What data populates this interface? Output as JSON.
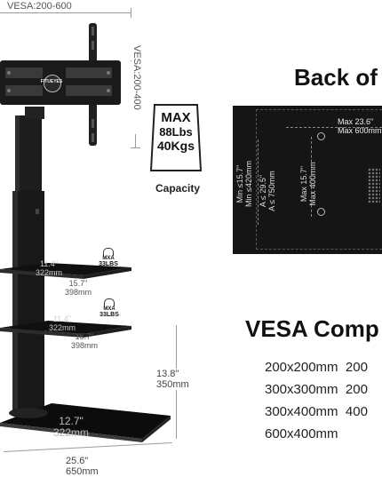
{
  "stand": {
    "vesa_width_label": "VESA:200-600",
    "vesa_height_label": "VESA:200-400",
    "brand_badge": "FITUEYES",
    "capacity": {
      "lines": [
        "MAX",
        "88Lbs",
        "40Kgs"
      ],
      "caption": "Capacity"
    },
    "shelf_badges": [
      {
        "lines": [
          "MXA",
          "33LBS"
        ]
      },
      {
        "lines": [
          "MXA",
          "33LBS"
        ]
      }
    ],
    "shelf_top": {
      "depth_in": "11.4\"",
      "depth_mm": "322mm",
      "width_in": "15.7\"",
      "width_mm": "398mm"
    },
    "shelf_bottom": {
      "depth_in": "11.4\"",
      "depth_mm": "322mm",
      "width_in": "15.7\"",
      "width_mm": "398mm"
    },
    "base_height": {
      "in": "13.8\"",
      "mm": "350mm"
    },
    "base_depth": {
      "in": "12.7\"",
      "mm": "322mm"
    },
    "base_width": {
      "in": "25.6\"",
      "mm": "650mm"
    }
  },
  "back_panel": {
    "heading": "Back of",
    "max_width_in": "Max 23.6\"",
    "max_width_mm": "Max 600mm",
    "min_height_in": "Min ≤15.7\"",
    "min_height_mm": "Min ≤420mm",
    "a_in": "A ≤ 29.5\"",
    "a_mm": "A ≤ 750mm",
    "max_height_in": "Max 15.7\"",
    "max_height_mm": "Max 400mm"
  },
  "vesa_compat": {
    "heading": "VESA Comp",
    "rows": [
      [
        "200x200mm",
        "200"
      ],
      [
        "300x300mm",
        "200"
      ],
      [
        "300x400mm",
        "400"
      ],
      [
        "600x400mm",
        ""
      ]
    ]
  },
  "colors": {
    "stand_black": "#1a1a1a",
    "tv_back": "#161616",
    "dim_line": "#9a9a9a"
  }
}
